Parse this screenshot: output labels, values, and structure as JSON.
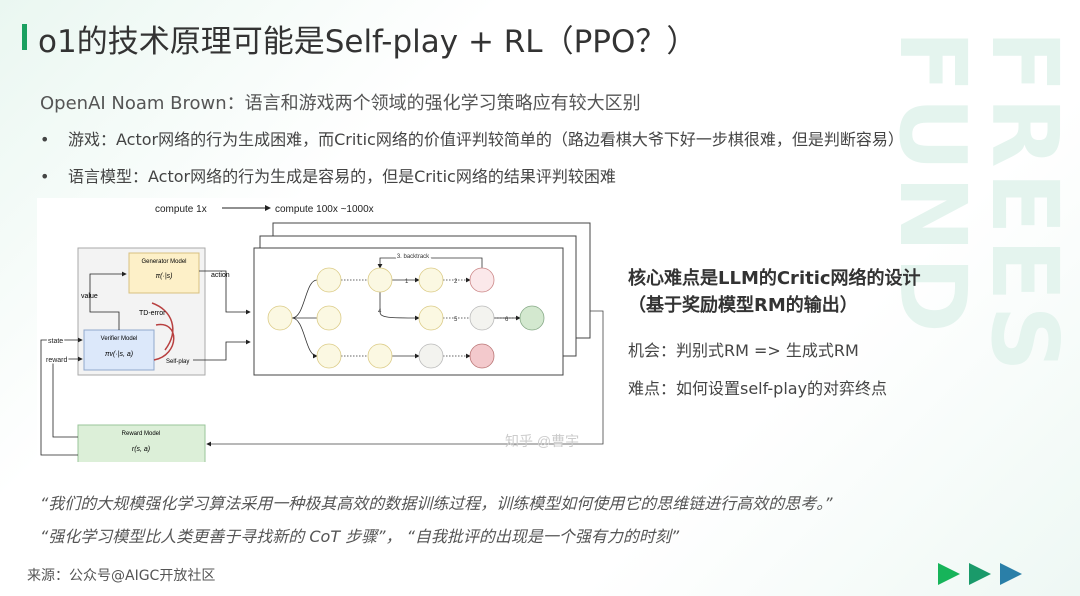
{
  "title": "o1的技术原理可能是Self-play + RL（PPO？）",
  "subtitle": "OpenAI Noam Brown：语言和游戏两个领域的强化学习策略应有较大区别",
  "bullets": [
    "游戏：Actor网络的行为生成困难，而Critic网络的价值评判较简单的（路边看棋大爷下好一步棋很难，但是判断容易）",
    "语言模型：Actor网络的行为生成是容易的，但是Critic网络的结果评判较困难"
  ],
  "bullet_symbol": "•",
  "diagram": {
    "compute_1x": "compute 1x",
    "compute_100x": "compute 100x ~1000x",
    "generator": "Generator Model",
    "generator_formula": "π(·|s)",
    "action": "action",
    "value": "value",
    "td_error": "TD-error",
    "verifier": "Verifier Model",
    "verifier_formula": "πv(·|s, a)",
    "self_play": "Self-play",
    "state": "state",
    "reward": "reward",
    "reward_model": "Reward Model",
    "reward_formula": "r(s, a)",
    "backtrack": "3. backtrack",
    "step1": "1",
    "step2": "2",
    "step4": "4",
    "step5": "5",
    "step6": "6",
    "watermark": "知乎 @曹宇"
  },
  "right": {
    "core_line1": "核心难点是LLM的Critic网络的设计",
    "core_line2": "（基于奖励模型RM的输出）",
    "opportunity": "机会：判别式RM => 生成式RM",
    "difficulty": "难点：如何设置self-play的对弈终点"
  },
  "quotes": [
    "“我们的大规模强化学习算法采用一种极其高效的数据训练过程，训练模型如何使用它的思维链进行高效的思考。”",
    "“强化学习模型比人类更善于寻找新的 CoT 步骤”，  “自我批评的出现是一个强有力的时刻”"
  ],
  "source": "来源：公众号@AIGC开放社区",
  "brand_watermark": "FREES FUND",
  "colors": {
    "accent": "#1aa060",
    "arrow1": "#17b45a",
    "arrow2": "#1a9a6a",
    "arrow3": "#2a7fa8"
  }
}
